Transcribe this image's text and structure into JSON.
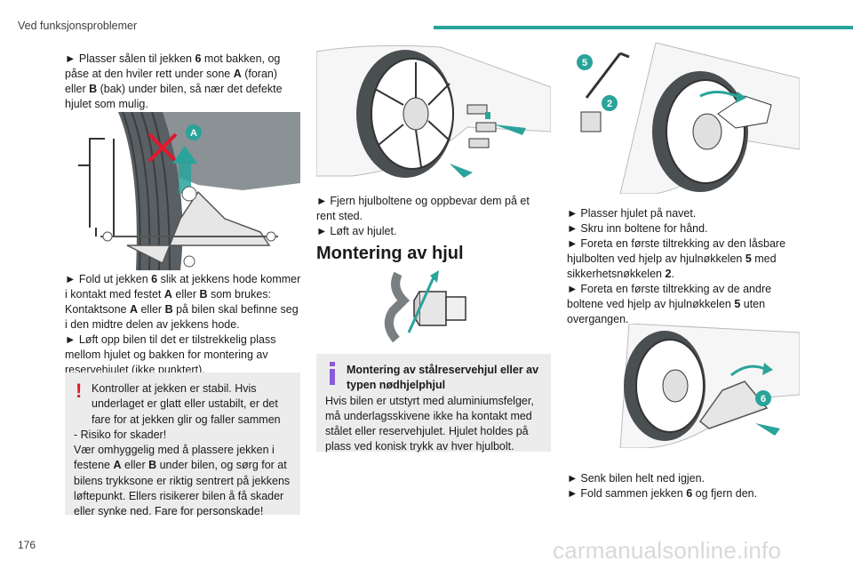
{
  "header": {
    "title": "Ved funksjonsproblemer",
    "accent_color": "#2aa39a"
  },
  "page_number": "176",
  "watermark": "carmanualsonline.info",
  "col1": {
    "step1": [
      "► ",
      "Plasser sålen til jekken ",
      "6",
      " mot bakken, og påse at den hviler rett under sone ",
      "A",
      " (foran) eller ",
      "B",
      " (bak) under bilen, så nær det defekte hjulet som mulig."
    ],
    "fig1_labels": {
      "a": "A"
    },
    "step2": [
      "► ",
      "Fold ut jekken ",
      "6",
      " slik at jekkens hode kommer i kontakt med festet ",
      "A",
      " eller ",
      "B",
      " som brukes: Kontaktsone ",
      "A",
      " eller ",
      "B",
      " på bilen skal befinne seg i den midtre delen av jekkens hode."
    ],
    "step3": [
      "► ",
      "Løft opp bilen til det er tilstrekkelig plass mellom hjulet og bakken for montering av reservehjulet (ikke punktert)."
    ],
    "warning": {
      "icon": "exclamation-icon",
      "line1": "Kontroller at jekken er stabil. Hvis underlaget er glatt eller ustabilt, er det fare for at jekken glir og faller sammen",
      "line2": "- Risiko for skader!",
      "line3a": "Vær omhyggelig med å plassere jekken i festene ",
      "A": "A",
      "line3b": " eller ",
      "B": "B",
      "line3c": " under bilen, og sørg for at bilens trykksone er riktig sentrert på jekkens løftepunkt. Ellers risikerer bilen å få skader eller synke ned. Fare for personskade!"
    }
  },
  "col2": {
    "step1": "Fjern hjulboltene og oppbevar dem på et rent sted.",
    "step2": "Løft av hjulet.",
    "arrow": "►",
    "heading": "Montering av hjul",
    "info": {
      "icon": "info-icon",
      "title": "Montering av stålreservehjul eller av typen nødhjelphjul",
      "body": "Hvis bilen er utstyrt med aluminiumsfelger, må underlagsskivene ikke ha kontakt med stålet eller reservehjulet. Hjulet holdes på plass ved konisk trykk av hver hjulbolt."
    }
  },
  "col3": {
    "fig_labels": {
      "five": "5",
      "two": "2",
      "six": "6"
    },
    "step1": "Plasser hjulet på navet.",
    "step2": "Skru inn boltene for hånd.",
    "step3": [
      "Foreta en første tiltrekking av den låsbare hjulbolten ved hjelp av hjulnøkkelen ",
      "5",
      " med sikkerhetsnøkkelen ",
      "2",
      "."
    ],
    "step4": [
      "Foreta en første tiltrekking av de andre boltene ved hjelp av hjulnøkkelen ",
      "5",
      " uten overgangen."
    ],
    "step5": "Senk bilen helt ned igjen.",
    "step6": [
      "Fold sammen jekken ",
      "6",
      " og fjern den."
    ]
  },
  "colors": {
    "badge": "#2aa39a",
    "warning_red": "#e2172b",
    "info_purple": "#8a5bd6",
    "box_bg": "#ececec"
  }
}
